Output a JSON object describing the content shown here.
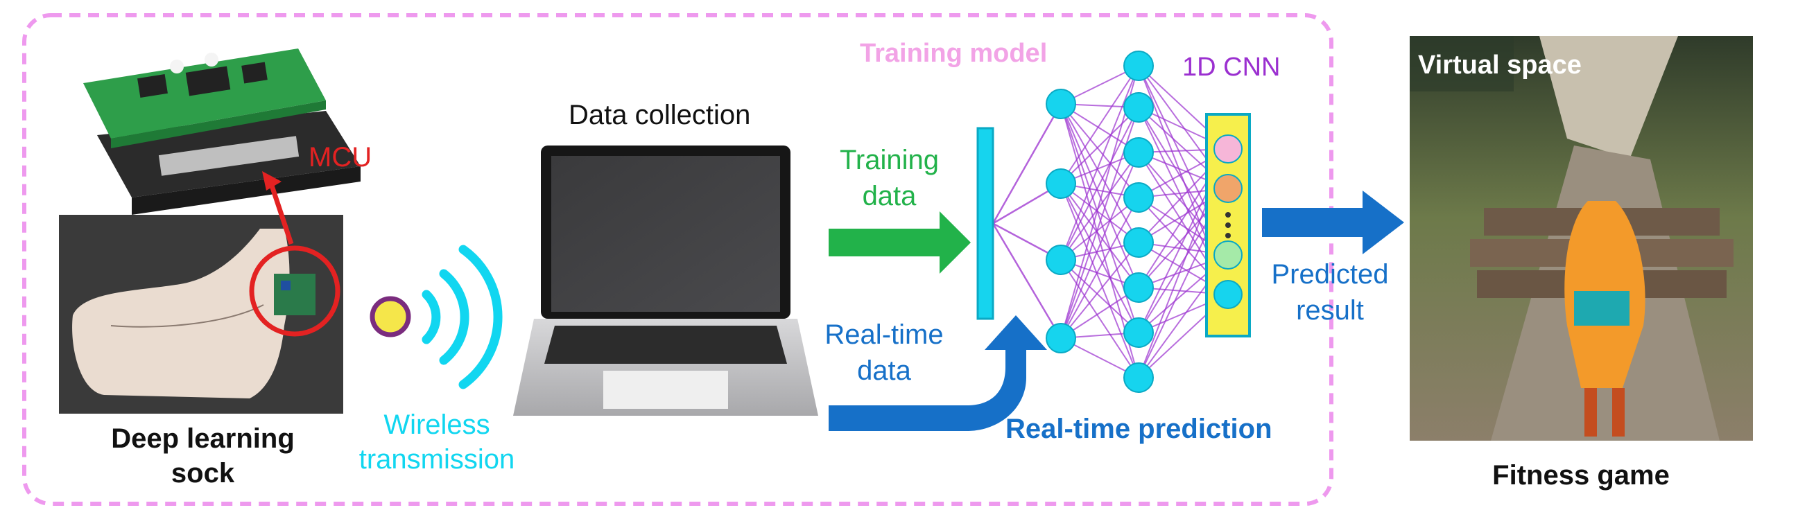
{
  "colors": {
    "frame_border": "#ee99ee",
    "mcu_red": "#e32222",
    "wireless_cyan": "#11d6f0",
    "training_green": "#22b24a",
    "realtime_blue": "#1670c8",
    "cnn_purple": "#9b30d0",
    "training_model_pink": "#f2a3e6",
    "node_cyan": "#16d4ee",
    "output_yellow": "#f6ef4c",
    "predicted_blue": "#1670c8"
  },
  "icons": [
    "mcu-board-icon",
    "sock-photo-icon",
    "wireless-signal-icon",
    "laptop-icon",
    "neural-network-icon",
    "game-scene-icon"
  ],
  "labels": {
    "mcu": "MCU",
    "deep_learning_sock_line1": "Deep learning",
    "deep_learning_sock_line2": "sock",
    "wireless_line1": "Wireless",
    "wireless_line2": "transmission",
    "data_collection": "Data collection",
    "training_data_line1": "Training",
    "training_data_line2": "data",
    "realtime_data_line1": "Real-time",
    "realtime_data_line2": "data",
    "training_model": "Training model",
    "cnn": "1D CNN",
    "realtime_prediction": "Real-time prediction",
    "predicted_line1": "Predicted",
    "predicted_line2": "result",
    "virtual_space": "Virtual space",
    "fitness_game": "Fitness game"
  }
}
